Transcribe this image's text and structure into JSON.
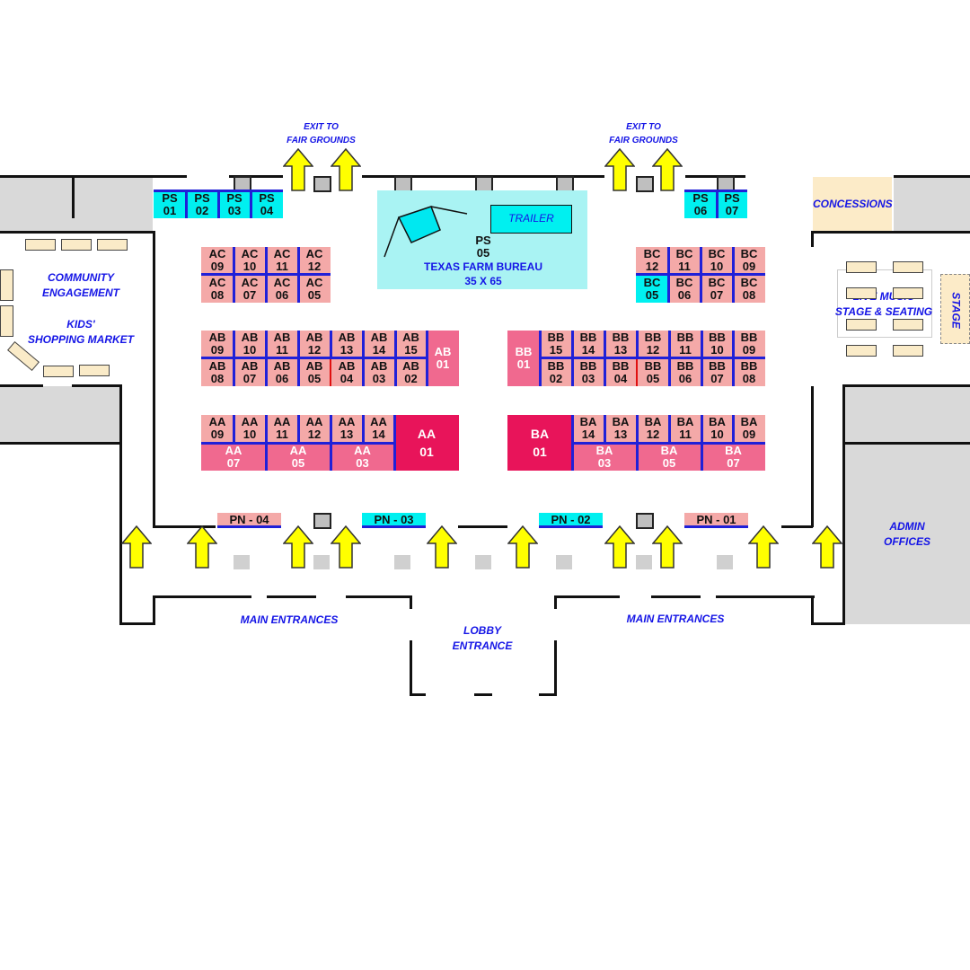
{
  "labels": {
    "exit_left": "EXIT TO\nFAIR GROUNDS",
    "exit_right": "EXIT TO\nFAIR GROUNDS",
    "concessions": "CONCESSIONS",
    "community": "COMMUNITY\nENGAGEMENT",
    "kids": "KIDS'\nSHOPPING MARKET",
    "live_music": "LIVE MUSIC\nSTAGE & SEATING",
    "stage": "STAGE",
    "admin": "ADMIN\nOFFICES",
    "main_left": "MAIN ENTRANCES",
    "main_right": "MAIN ENTRANCES",
    "lobby": "LOBBY\nENTRANCE",
    "trailer": "TRAILER",
    "ps05": "PS\n05",
    "farm_bureau": "TEXAS FARM BUREAU",
    "farm_size": "35 X 65"
  },
  "booths": {
    "ps_left": [
      "PS\n01",
      "PS\n02",
      "PS\n03",
      "PS\n04"
    ],
    "ps_right": [
      "PS\n06",
      "PS\n07"
    ],
    "ac_top": [
      "AC\n09",
      "AC\n10",
      "AC\n11",
      "AC\n12"
    ],
    "ac_bot": [
      "AC\n08",
      "AC\n07",
      "AC\n06",
      "AC\n05"
    ],
    "bc_top": [
      "BC\n12",
      "BC\n11",
      "BC\n10",
      "BC\n09"
    ],
    "bc_bot": [
      "BC\n05",
      "BC\n06",
      "BC\n07",
      "BC\n08"
    ],
    "ab_top": [
      "AB\n09",
      "AB\n10",
      "AB\n11",
      "AB\n12",
      "AB\n13",
      "AB\n14",
      "AB\n15"
    ],
    "ab_bot": [
      "AB\n08",
      "AB\n07",
      "AB\n06",
      "AB\n05",
      "AB\n04",
      "AB\n03",
      "AB\n02"
    ],
    "ab01": "AB\n01",
    "bb01": "BB\n01",
    "bb_top": [
      "BB\n15",
      "BB\n14",
      "BB\n13",
      "BB\n12",
      "BB\n11",
      "BB\n10",
      "BB\n09"
    ],
    "bb_bot": [
      "BB\n02",
      "BB\n03",
      "BB\n04",
      "BB\n05",
      "BB\n06",
      "BB\n07",
      "BB\n08"
    ],
    "aa_top": [
      "AA\n09",
      "AA\n10",
      "AA\n11",
      "AA\n12",
      "AA\n13",
      "AA\n14"
    ],
    "aa_bot": [
      "AA\n07",
      "AA\n05",
      "AA\n03"
    ],
    "aa01": "AA\n01",
    "ba01": "BA\n01",
    "ba_top": [
      "BA\n14",
      "BA\n13",
      "BA\n12",
      "BA\n11",
      "BA\n10",
      "BA\n09"
    ],
    "ba_bot": [
      "BA\n03",
      "BA\n05",
      "BA\n07"
    ],
    "pn": [
      "PN - 04",
      "PN - 03",
      "PN - 02",
      "PN - 01"
    ]
  },
  "colors": {
    "booth_pink": "#f4a9a8",
    "booth_cyan": "#00f0f0",
    "booth_rose": "#f0698f",
    "booth_magenta": "#e8145a",
    "label_blue": "#1515e6",
    "arrow_yellow": "#ffff00",
    "farm_bureau_area": "#a9f3f3"
  }
}
